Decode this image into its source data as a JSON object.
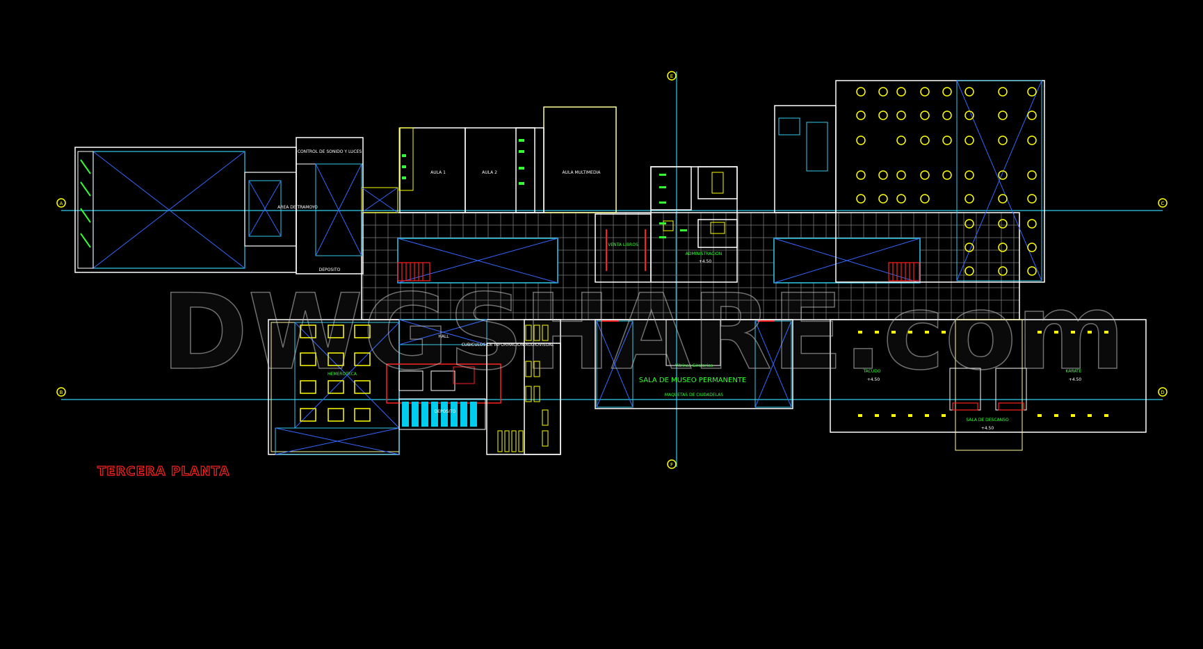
{
  "drawing": {
    "title": "TERCERA PLANTA",
    "watermark": "DWGSHARE.com",
    "colors": {
      "background": "#000000",
      "walls": "#ffffff",
      "axes": "#33ccee",
      "furniture": "#ffff00",
      "labels": "#33ff33",
      "stairs": "#ff2020",
      "cross_lines": "#3366ff",
      "title": "#ff2020"
    },
    "axis_markers": [
      "A",
      "B",
      "C",
      "D",
      "E",
      "F"
    ],
    "rooms": {
      "control": "CONTROL DE SONIDO Y LUCES",
      "area_tramoyo": "AREA DE TRAMOYO",
      "deposito_left": "DEPOSITO",
      "aula1": "AULA 1",
      "aula2": "AULA 2",
      "aula_multimedia": "AULA MULTIMEDIA",
      "venta_libros": "VENTA LIBROS",
      "administracion": "ADMINISTRACION",
      "admin_level": "+4.50",
      "hall": "HALL",
      "hemeroteca": "HEMEROTECA",
      "cubiculos": "CUBICULOS DE INFORMACION AUDIOVISUAL",
      "deposito_center": "DEPOSITO",
      "vitrinas": "Vitrinas Giratorias",
      "sala_museo": "SALA DE MUSEO PERMANENTE",
      "maquetas": "MAQUETAS DE CIUDADELAS",
      "tacudo": "TACUDO",
      "karate": "KARATE",
      "sala_descanso": "SALA DE DESCANSO",
      "level_1": "+4.50",
      "level_2": "+4.50",
      "level_3": "+4.50"
    }
  }
}
